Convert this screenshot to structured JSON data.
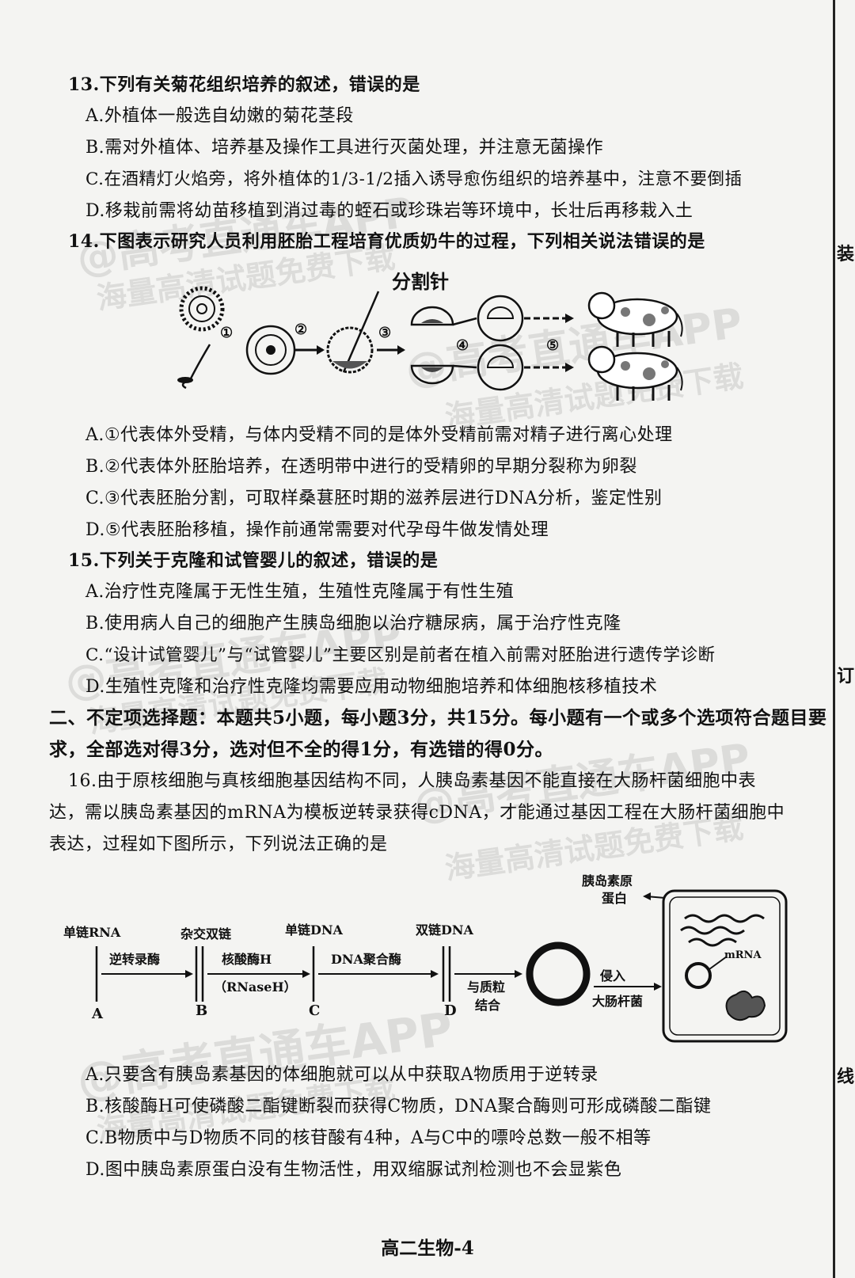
{
  "q13": {
    "stem": "13.下列有关菊花组织培养的叙述，错误的是",
    "a": "A.外植体一般选自幼嫩的菊花茎段",
    "b": "B.需对外植体、培养基及操作工具进行灭菌处理，并注意无菌操作",
    "c": "C.在酒精灯火焰旁，将外植体的1/3-1/2插入诱导愈伤组织的培养基中，注意不要倒插",
    "d": "D.移栽前需将幼苗移植到消过毒的蛭石或珍珠岩等环境中，长壮后再移栽入土"
  },
  "q14": {
    "stem": "14.下图表示研究人员利用胚胎工程培育优质奶牛的过程，下列相关说法错误的是",
    "figure": {
      "needle_label": "分割针",
      "steps": [
        "①",
        "②",
        "③",
        "④",
        "⑤"
      ]
    },
    "a": "A.①代表体外受精，与体内受精不同的是体外受精前需对精子进行离心处理",
    "b": "B.②代表体外胚胎培养，在透明带中进行的受精卵的早期分裂称为卵裂",
    "c": "C.③代表胚胎分割，可取样桑葚胚时期的滋养层进行DNA分析，鉴定性别",
    "d": "D.⑤代表胚胎移植，操作前通常需要对代孕母牛做发情处理"
  },
  "q15": {
    "stem": "15.下列关于克隆和试管婴儿的叙述，错误的是",
    "a": "A.治疗性克隆属于无性生殖，生殖性克隆属于有性生殖",
    "b": "B.使用病人自己的细胞产生胰岛细胞以治疗糖尿病，属于治疗性克隆",
    "c": "C.“设计试管婴儿”与“试管婴儿”主要区别是前者在植入前需对胚胎进行遗传学诊断",
    "d": "D.生殖性克隆和治疗性克隆均需要应用动物细胞培养和体细胞核移植技术"
  },
  "section2": {
    "line1": "二、不定项选择题：本题共5小题，每小题3分，共15分。每小题有一个或多个选项符合题目要",
    "line2": "求，全部选对得3分，选对但不全的得1分，有选错的得0分。"
  },
  "q16": {
    "stem_line1": "16.由于原核细胞与真核细胞基因结构不同，人胰岛素基因不能直接在大肠杆菌细胞中表",
    "stem_line2": "达，需以胰岛素基因的mRNA为模板逆转录获得cDNA，才能通过基因工程在大肠杆菌细胞中",
    "stem_line3": "表达，过程如下图所示，下列说法正确的是",
    "figure": {
      "label_ss_rna": "单链RNA",
      "label_hybrid": "杂交双链",
      "label_ss_dna": "单链DNA",
      "label_ds_dna": "双链DNA",
      "enzyme1": "逆转录酶",
      "enzyme2": "核酸酶H",
      "enzyme2_sub": "（RNaseH）",
      "enzyme3": "DNA聚合酶",
      "step4_line1": "与质粒",
      "step4_line2": "结合",
      "step5_line1": "侵入",
      "step5_line2": "大肠杆菌",
      "product_line1": "胰岛素原",
      "product_line2": "蛋白",
      "mrna": "mRNA",
      "mark_a": "A",
      "mark_b": "B",
      "mark_c": "C",
      "mark_d": "D"
    },
    "a": "A.只要含有胰岛素基因的体细胞就可以从中获取A物质用于逆转录",
    "b": "B.核酸酶H可使磷酸二酯键断裂而获得C物质，DNA聚合酶则可形成磷酸二酯键",
    "c": "C.B物质中与D物质不同的核苷酸有4种，A与C中的嘌呤总数一般不相等",
    "d": "D.图中胰岛素原蛋白没有生物活性，用双缩脲试剂检测也不会显紫色"
  },
  "margin": {
    "top": "装",
    "mid": "订",
    "bottom": "线"
  },
  "footer": "高二生物-4",
  "watermarks": [
    "@高考直通车APP",
    "海量高清试题免费下载"
  ]
}
